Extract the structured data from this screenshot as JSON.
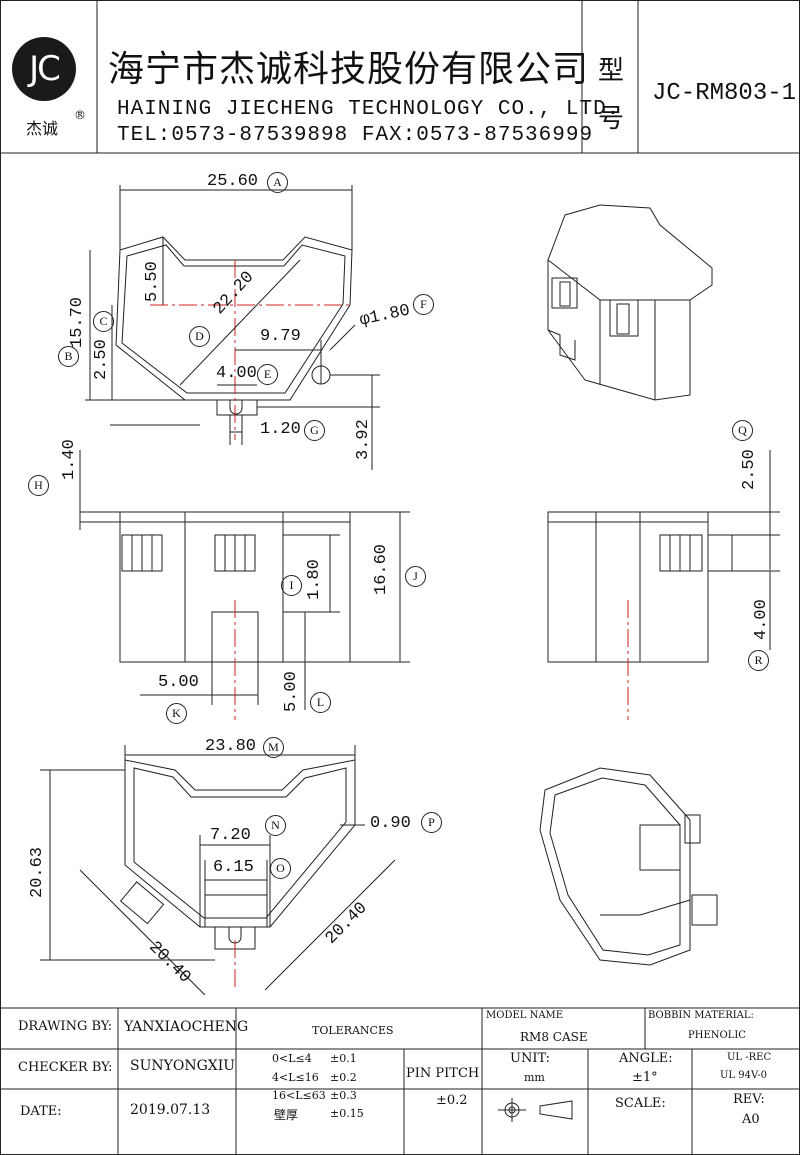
{
  "header": {
    "logo_mark": "JC",
    "logo_text": "杰诚",
    "logo_reg": "®",
    "company_cn": "海宁市杰诚科技股份有限公司",
    "company_en": "HAINING JIECHENG TECHNOLOGY CO., LTD.",
    "company_tel_fax": "TEL:0573-87539898  FAX:0573-87536999",
    "type_label_1": "型",
    "type_label_2": "号",
    "part_number": "JC-RM803-1"
  },
  "dimensions": {
    "A": {
      "value": "25.60",
      "tag": "A"
    },
    "B": {
      "value": "15.70",
      "tag": "B"
    },
    "C": {
      "value": "2.50",
      "tag": "C"
    },
    "c_top": {
      "value": "5.50"
    },
    "D": {
      "value": "22.20",
      "tag": "D"
    },
    "d_mid": {
      "value": "9.79"
    },
    "E": {
      "value": "4.00",
      "tag": "E"
    },
    "F": {
      "value": "φ1.80",
      "tag": "F"
    },
    "G": {
      "value": "1.20",
      "tag": "G"
    },
    "g_right": {
      "value": "3.92"
    },
    "H": {
      "value": "1.40",
      "tag": "H"
    },
    "I": {
      "value": "1.80",
      "tag": "I"
    },
    "J": {
      "value": "16.60",
      "tag": "J"
    },
    "K": {
      "value": "5.00",
      "tag": "K"
    },
    "L": {
      "value": "5.00",
      "tag": "L"
    },
    "M": {
      "value": "23.80",
      "tag": "M"
    },
    "N": {
      "value": "7.20",
      "tag": "N"
    },
    "O": {
      "value": "6.15",
      "tag": "O"
    },
    "P": {
      "value": "0.90",
      "tag": "P"
    },
    "Q": {
      "value": "2.50",
      "tag": "Q"
    },
    "R": {
      "value": "4.00",
      "tag": "R"
    },
    "bottom_height": {
      "value": "20.63"
    },
    "diag_right": {
      "value": "20.40"
    },
    "diag_left": {
      "value": "20.40"
    }
  },
  "footer": {
    "drawing_by_label": "DRAWING  BY:",
    "drawing_by_value": "YANXIAOCHENG",
    "checker_by_label": "CHECKER  BY:",
    "checker_by_value": "SUNYONGXIU",
    "date_label": "DATE:",
    "date_value": "2019.07.13",
    "tolerances_label": "TOLERANCES",
    "tol_rows": [
      {
        "range": "0<L≤4",
        "tol": "±0.1"
      },
      {
        "range": "4<L≤16",
        "tol": "±0.2"
      },
      {
        "range": "16<L≤63",
        "tol": "±0.3"
      },
      {
        "range": "壁厚",
        "tol": "±0.15"
      }
    ],
    "pin_pitch_label": "PIN PITCH",
    "pin_pitch_value": "±0.2",
    "model_name_label": "MODEL NAME",
    "model_name_value": "RM8  CASE",
    "bobbin_material_label": "BOBBIN MATERIAL:",
    "bobbin_material_value": "PHENOLIC",
    "unit_label": "UNIT:",
    "unit_value": "mm",
    "angle_label": "ANGLE:",
    "angle_value": "±1°",
    "ul_line_1": "UL  -REC",
    "ul_line_2": "UL  94V-0",
    "scale_label": "SCALE:",
    "rev_label": "REV:",
    "rev_value": "A0"
  }
}
